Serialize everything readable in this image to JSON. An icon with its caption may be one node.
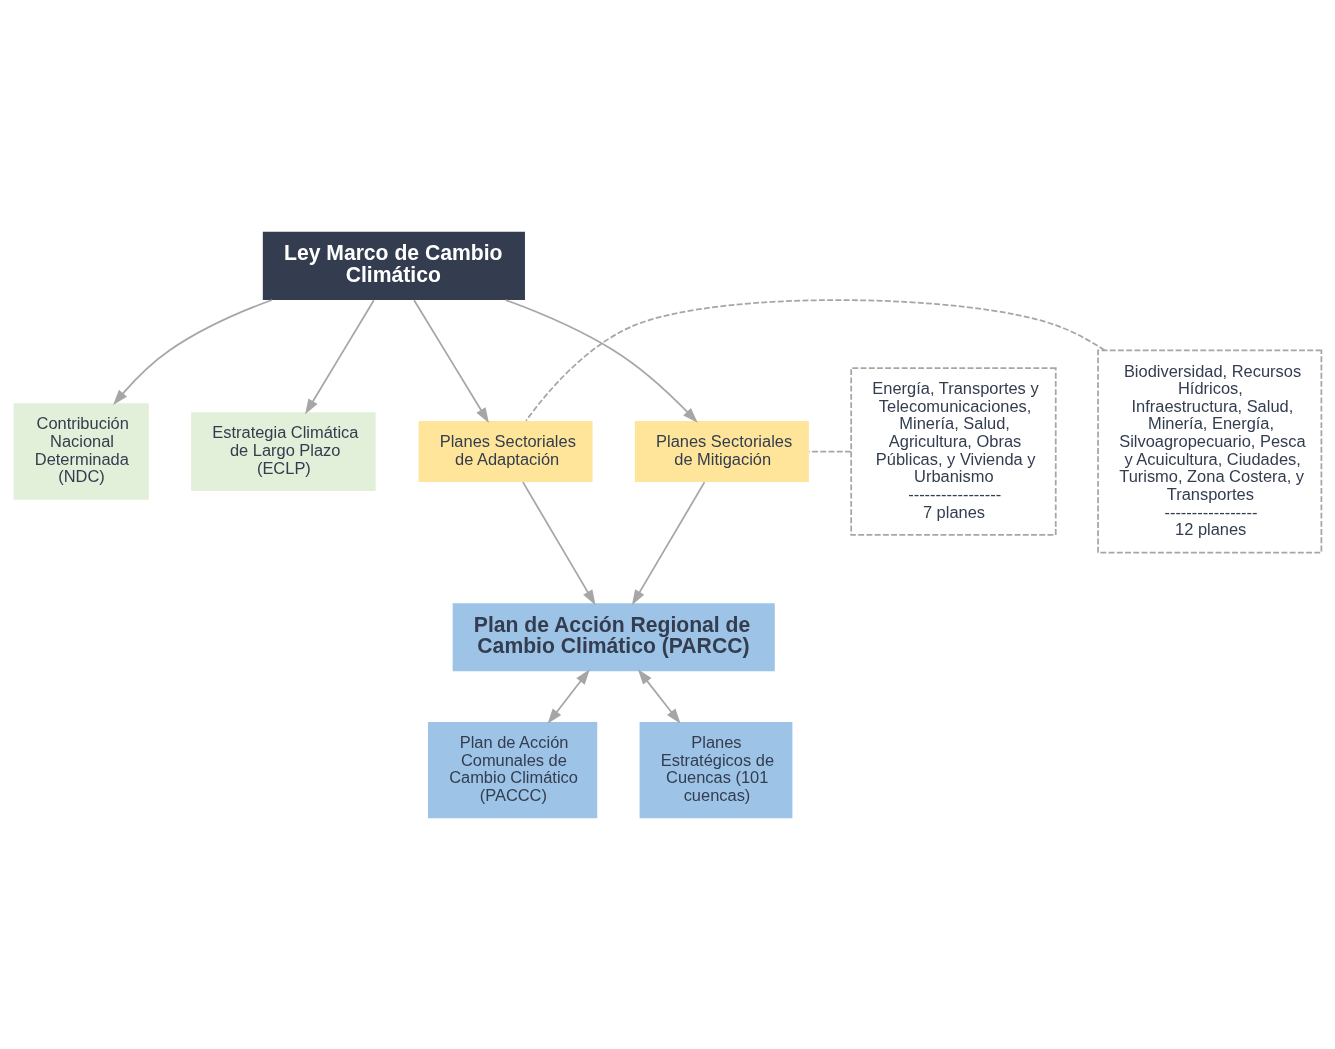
{
  "diagram": {
    "nodes": [
      {
        "text": [
          "Ley Marco de Cambio Climático"
        ]
      },
      {
        "text": [
          "Contribución Nacional Determinada (NDC)"
        ]
      },
      {
        "text": [
          "Estrategia Climática de Largo Plazo (ECLP)"
        ]
      },
      {
        "text": [
          "Biodiversidad, Recursos Hídricos, Infraestructura, Salud, Minería, Energía, Silvoagropecuario, Pesca y Acuicultura, Ciudades, Turismo, Zona Costera, y Transportes",
          "-----------------",
          "12 planes"
        ]
      },
      {
        "text": [
          "Planes Sectoriales de Adaptación"
        ]
      },
      {
        "text": [
          "Planes Sectoriales de Mitigación"
        ]
      },
      {
        "text": [
          "Energía, Transportes y Telecomunicaciones, Minería, Salud, Agricultura, Obras Públicas, y Vivienda y Urbanismo",
          "-----------------",
          "7 planes"
        ]
      },
      {
        "text": [
          "Plan de Acción Regional de Cambio Climático (PARCC)"
        ]
      },
      {
        "text": [
          "Plan de Acción Comunales de Cambio Climático (PACCC)"
        ]
      },
      {
        "text": [
          "Planes Estratégicos de Cuencas (101 cuencas)"
        ]
      }
    ],
    "edges": [
      {
        "from": 0,
        "to": 1,
        "arrow": "to"
      },
      {
        "from": 0,
        "to": 2,
        "arrow": "to"
      },
      {
        "from": 0,
        "to": 4,
        "arrow": "to"
      },
      {
        "from": 0,
        "to": 5,
        "arrow": "to"
      },
      {
        "from": 3,
        "to": 4,
        "arrow": "none",
        "style": "dashed"
      },
      {
        "from": 6,
        "to": 5,
        "arrow": "none",
        "style": "dashed"
      },
      {
        "from": 4,
        "to": 7,
        "arrow": "to"
      },
      {
        "from": 5,
        "to": 7,
        "arrow": "to"
      },
      {
        "from": 7,
        "to": 8,
        "arrow": "both"
      },
      {
        "from": 7,
        "to": 9,
        "arrow": "both"
      }
    ]
  }
}
